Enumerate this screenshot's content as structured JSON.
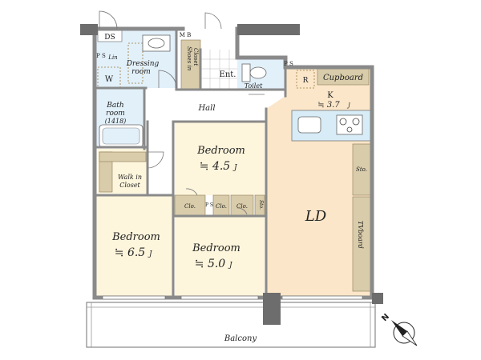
{
  "colors": {
    "wall": "#8a8a8a",
    "wall_dark": "#6d6d6d",
    "living": "#fbe6c9",
    "bedroom": "#fdf5dc",
    "wet": "#e2f0fa",
    "corridor": "#ffffff",
    "storage": "#d9ccaa",
    "kitchen_counter": "#d7ecf6",
    "dashed": "#9a7a3a"
  },
  "labels": {
    "ds": "DS",
    "mb": "M B",
    "ps_left": "P S",
    "lin": "Lin",
    "dressing": "Dressing",
    "dressing2": "room",
    "shoes1": "Shoes in",
    "shoes2": "Closet",
    "ent": "Ent.",
    "toilet": "Toilet",
    "ps_right": "P S",
    "r": "R",
    "cupboard": "Cupboard",
    "w": "W",
    "bath1": "Bath",
    "bath2": "room",
    "bath3": "(1418)",
    "hall": "Hall",
    "k": "K",
    "k_size": "≒ 3.7",
    "k_unit": "J",
    "bed1": "Bedroom",
    "bed1_size": "≒ 4.5",
    "bed1_unit": "J",
    "walkin1": "Walk in",
    "walkin2": "Closet",
    "sto1": "Sto.",
    "sto2": "Sto.",
    "clo1": "Clo.",
    "clo2": "Clo.",
    "clo3": "Clo.",
    "ps_mid": "P S",
    "ld": "LD",
    "tvboard": "TVboard",
    "bed2": "Bedroom",
    "bed2_size": "≒ 6.5",
    "bed2_unit": "J",
    "bed3": "Bedroom",
    "bed3_size": "≒ 5.0",
    "bed3_unit": "J",
    "balcony": "Balcony",
    "compass": "N"
  },
  "icons": [
    "north-arrow-icon",
    "stove-icon",
    "sink-icon",
    "toilet-icon",
    "washbasin-icon"
  ]
}
